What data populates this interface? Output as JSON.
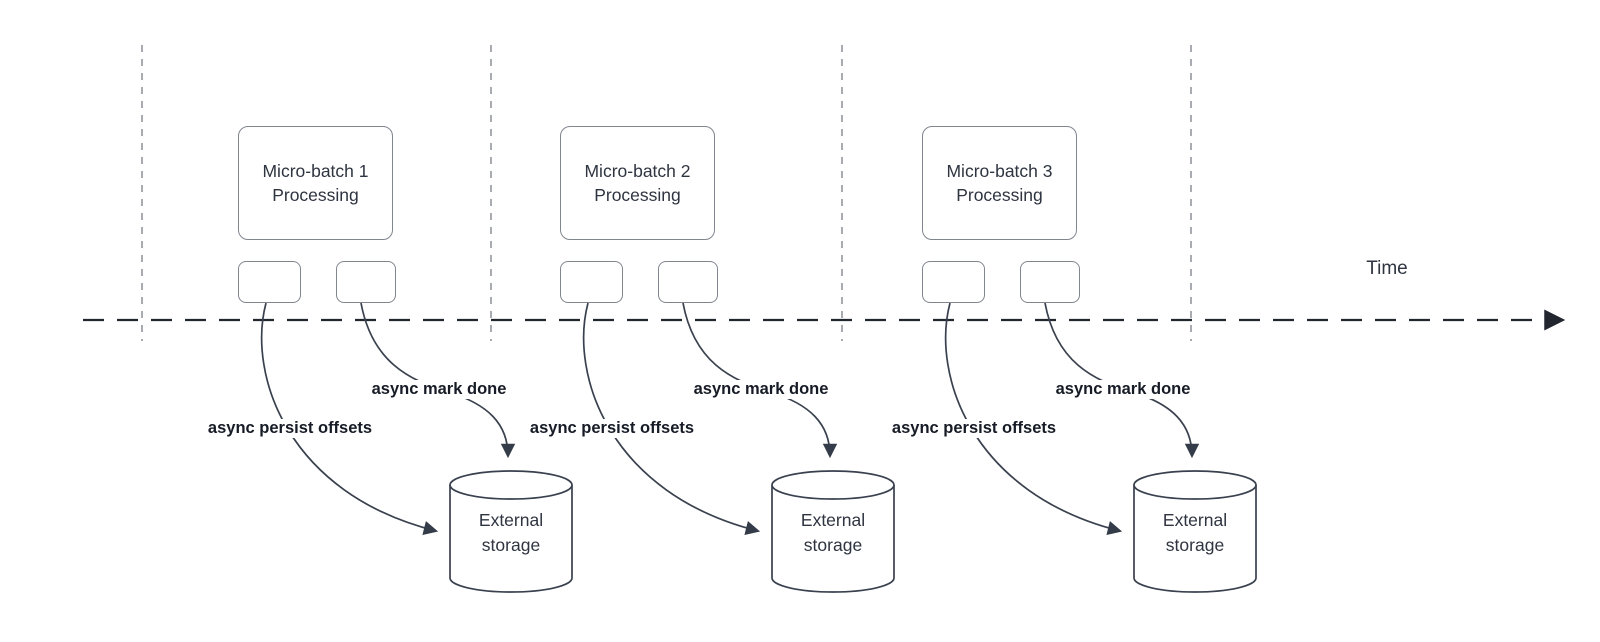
{
  "diagram": {
    "type": "timeline-flow-diagram",
    "timeline": {
      "label": "Time"
    },
    "sections": [
      {
        "title": "Micro-batch 1\nProcessing",
        "persist_label": "async persist offsets",
        "done_label": "async mark done",
        "storage_label": "External\nstorage"
      },
      {
        "title": "Micro-batch 2\nProcessing",
        "persist_label": "async persist offsets",
        "done_label": "async mark done",
        "storage_label": "External\nstorage"
      },
      {
        "title": "Micro-batch 3\nProcessing",
        "persist_label": "async persist offsets",
        "done_label": "async mark done",
        "storage_label": "External\nstorage"
      }
    ],
    "colors": {
      "background": "#ffffff",
      "box_border": "#80858e",
      "connector": "#3a414e",
      "timeline_axis": "#22262e",
      "guide_line": "#a8abb0",
      "box_text": "#2e3440",
      "connector_label_text": "#161b26"
    }
  }
}
